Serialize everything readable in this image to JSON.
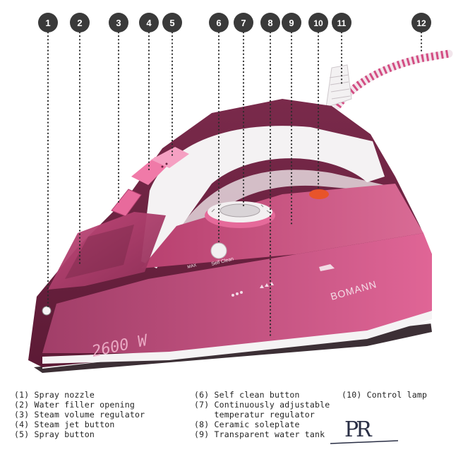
{
  "callouts": [
    {
      "number": "1",
      "label": "Spray nozzle"
    },
    {
      "number": "2",
      "label": "Water filler opening"
    },
    {
      "number": "3",
      "label": "Steam volume regulator"
    },
    {
      "number": "4",
      "label": "Steam jet button"
    },
    {
      "number": "5",
      "label": "Spray button"
    },
    {
      "number": "6",
      "label": "Self clean button"
    },
    {
      "number": "7",
      "label": "Continuously adjustable temperatur regulator"
    },
    {
      "number": "8",
      "label": "Ceramic soleplate"
    },
    {
      "number": "9",
      "label": "Transparent water tank"
    },
    {
      "number": "10",
      "label": "Control lamp"
    },
    {
      "number": "11",
      "label": ""
    },
    {
      "number": "12",
      "label": ""
    }
  ],
  "legend": {
    "col1": [
      "(1) Spray nozzle",
      "(2) Water filler opening",
      "(3) Steam volume regulator",
      "(4) Steam jet button",
      "(5) Spray button"
    ],
    "col2": [
      "(6) Self clean button",
      "(7) Continuously adjustable",
      "    temperatur regulator",
      "(8) Ceramic soleplate",
      "(9) Transparent water tank"
    ],
    "col3": [
      "(10) Control lamp"
    ]
  },
  "product": {
    "power_label": "2600 W",
    "brand": "BOMANN",
    "self_clean_text": "Self Clean",
    "max_mark": "MAX"
  },
  "logo_text": "PR",
  "colors": {
    "badge": "#3a3a3a",
    "body_dark": "#6b2140",
    "body_mid": "#9a3a63",
    "body_light": "#d6558a",
    "accent_pink": "#ec6fa0",
    "white_shell": "#f6f4f5",
    "soleplate": "#4a3a40",
    "lamp": "#e8542a"
  }
}
